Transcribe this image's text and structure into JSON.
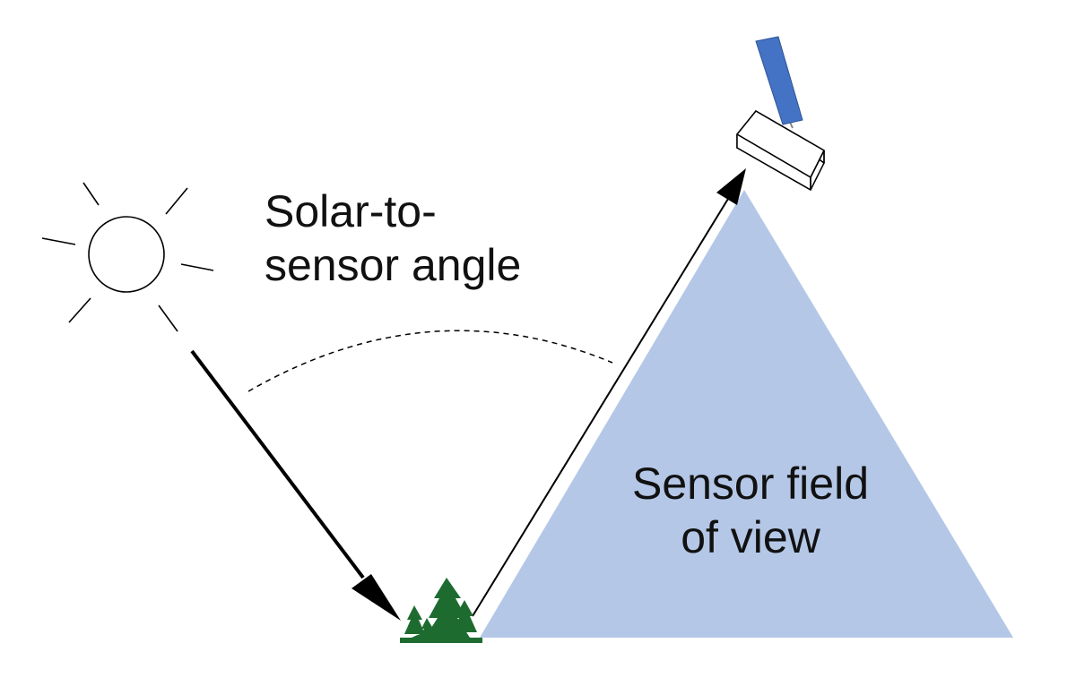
{
  "labels": {
    "angle_line1": "Solar-to-",
    "angle_line2": "sensor angle",
    "fov_line1": "Sensor field",
    "fov_line2": "of view"
  },
  "icons": {
    "sun": "sun-icon",
    "satellite": "satellite-icon",
    "trees": "trees-icon"
  },
  "colors": {
    "field_of_view": "#b4c7e7",
    "solar_panel": "#4472c4",
    "trees": "#1e6b30",
    "lines": "#000000"
  }
}
